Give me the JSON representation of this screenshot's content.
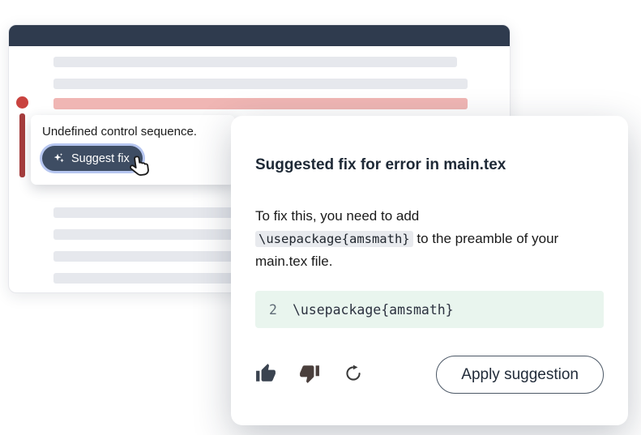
{
  "editor": {
    "tooltip": {
      "message": "Undefined control sequence.",
      "button_label": "Suggest fix"
    }
  },
  "card": {
    "title": "Suggested fix for error in main.tex",
    "body": {
      "prefix": "To fix this, you need to add ",
      "inline_code": "\\usepackage{amsmath}",
      "suffix": " to the preamble of your main.tex file."
    },
    "code_block": {
      "line_number": "2",
      "code": "\\usepackage{amsmath}"
    },
    "footer": {
      "apply_label": "Apply suggestion"
    }
  },
  "icons": {
    "sparkle": "sparkle-icon",
    "cursor": "pointer-cursor-icon",
    "thumbs_up": "thumbs-up-icon",
    "thumbs_down": "thumbs-down-icon",
    "regenerate": "regenerate-icon"
  },
  "colors": {
    "titlebar": "#2f3b4e",
    "accent_button": "#3e4d63",
    "focus_ring": "#7a98e4",
    "error_marker": "#a63d3d",
    "error_dot": "#c9433f",
    "error_line_highlight": "#f0b6b4",
    "skeleton": "#e6e8ed",
    "code_block_bg": "#e9f5ee",
    "inline_code_bg": "#e8eaee"
  }
}
